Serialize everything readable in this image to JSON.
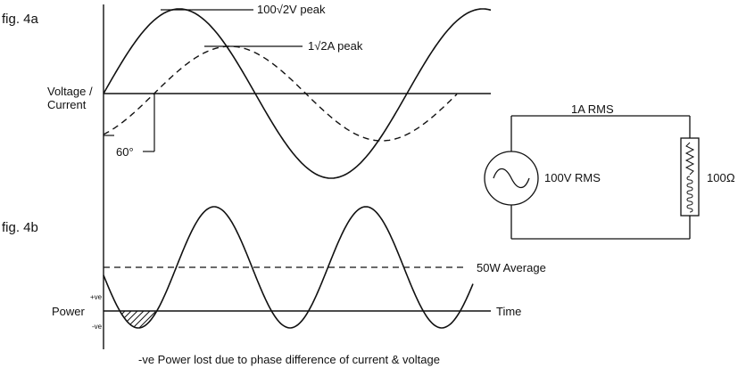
{
  "fig4a": {
    "label": "fig. 4a",
    "yaxis_label_line1": "Voltage /",
    "yaxis_label_line2": "Current",
    "voltage_peak_label": "100√2V peak",
    "current_peak_label": "1√2A peak",
    "phase_label": "60°"
  },
  "fig4b": {
    "label": "fig. 4b",
    "yaxis_label": "Power",
    "pos_label": "+ve",
    "neg_label": "-ve",
    "average_label": "50W Average",
    "xaxis_label": "Time",
    "footnote": "-ve Power lost due to phase difference of current & voltage"
  },
  "circuit": {
    "current_label": "1A RMS",
    "source_label": "100V RMS",
    "resistor_label": "100Ω"
  },
  "colors": {
    "line": "#111111",
    "background": "#ffffff"
  }
}
